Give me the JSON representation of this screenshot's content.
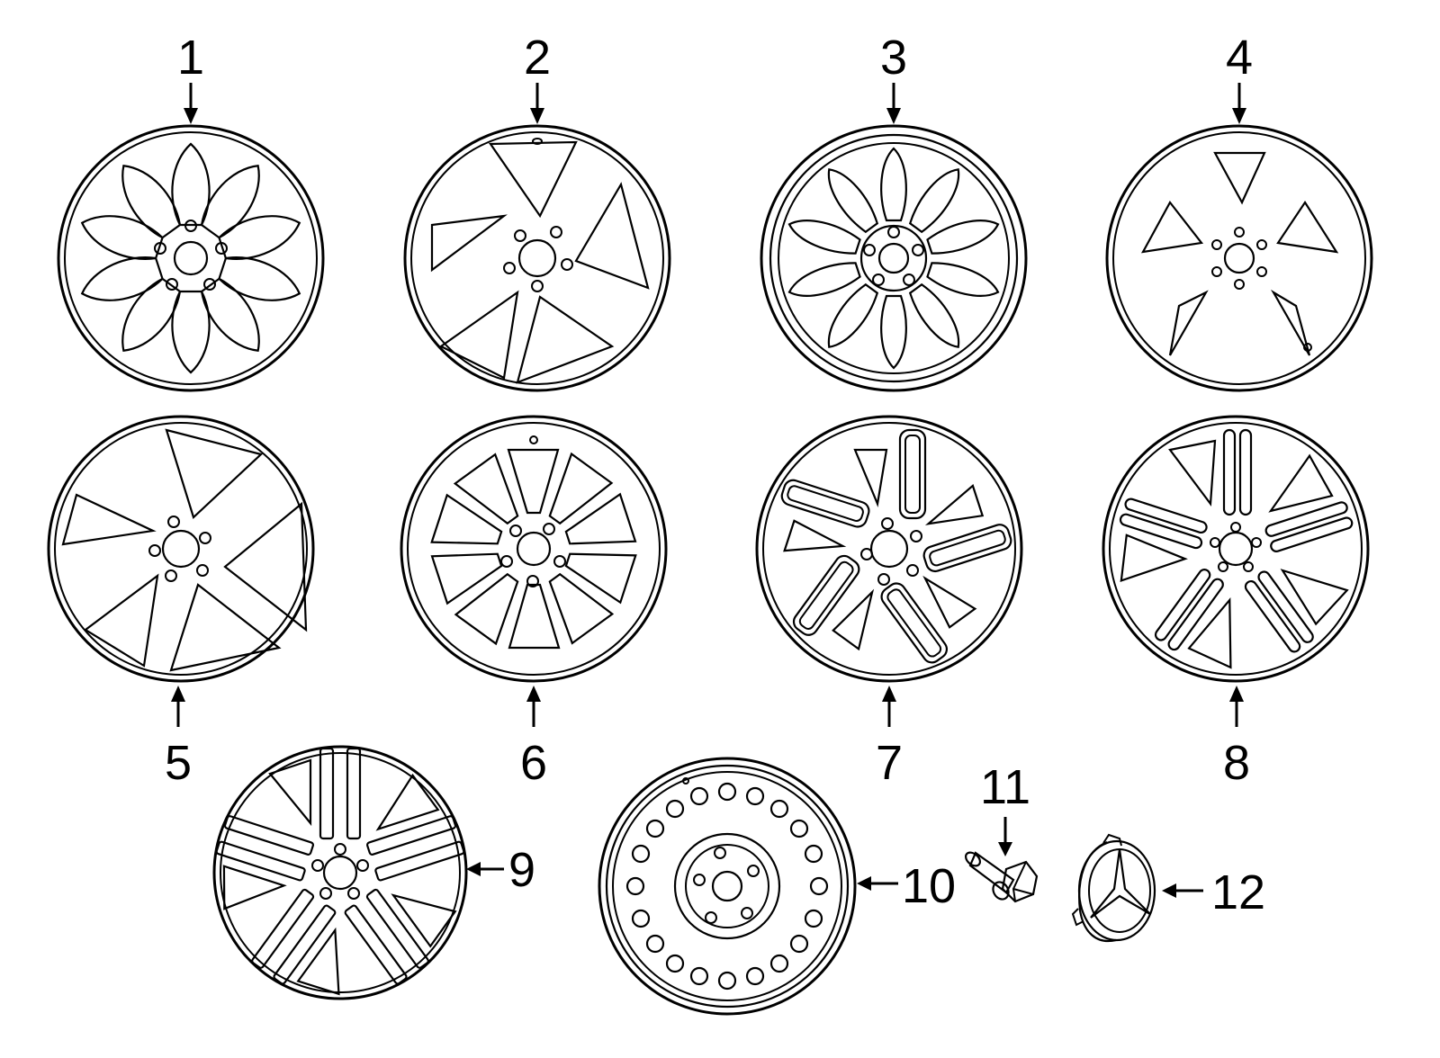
{
  "diagram": {
    "parts": [
      {
        "id": "1",
        "callout": "1",
        "kind": "alloy-wheel-v-spoke"
      },
      {
        "id": "2",
        "callout": "2",
        "kind": "alloy-wheel-5-spoke-twisted"
      },
      {
        "id": "3",
        "callout": "3",
        "kind": "alloy-wheel-10-spoke"
      },
      {
        "id": "4",
        "callout": "4",
        "kind": "alloy-wheel-5-spoke-triangular"
      },
      {
        "id": "5",
        "callout": "5",
        "kind": "alloy-wheel-5-spoke"
      },
      {
        "id": "6",
        "callout": "6",
        "kind": "alloy-wheel-10-spoke"
      },
      {
        "id": "7",
        "callout": "7",
        "kind": "alloy-wheel-twin-spoke"
      },
      {
        "id": "8",
        "callout": "8",
        "kind": "alloy-wheel-5-twin-spoke"
      },
      {
        "id": "9",
        "callout": "9",
        "kind": "alloy-wheel-5-twin-spoke-amg"
      },
      {
        "id": "10",
        "callout": "10",
        "kind": "steel-spare-wheel"
      },
      {
        "id": "11",
        "callout": "11",
        "kind": "wheel-bolt"
      },
      {
        "id": "12",
        "callout": "12",
        "kind": "center-cap"
      }
    ],
    "colors": {
      "line": "#000000",
      "background": "#ffffff"
    }
  }
}
